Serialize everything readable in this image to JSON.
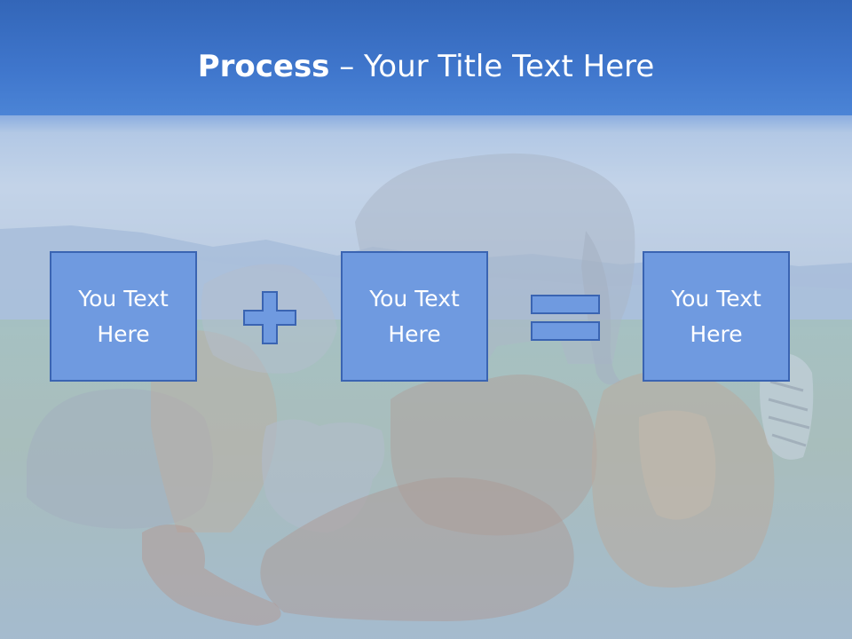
{
  "slide": {
    "title_strong": "Process",
    "title_rest": " – Your Title Text Here",
    "boxes": [
      {
        "label": "You Text Here"
      },
      {
        "label": "You Text Here"
      },
      {
        "label": "You Text Here"
      }
    ],
    "operators": [
      "plus-icon",
      "equals-icon"
    ],
    "background": "faded photo collage of wild animals (elephant, rhino, tiger, koala, orangutans, lion, zebra, red panda) on grass under blue sky"
  },
  "colors": {
    "title_band": "#3f76cc",
    "box_fill": "#6f9ae0",
    "box_border": "#3a64b2",
    "title_text": "#ffffff"
  }
}
